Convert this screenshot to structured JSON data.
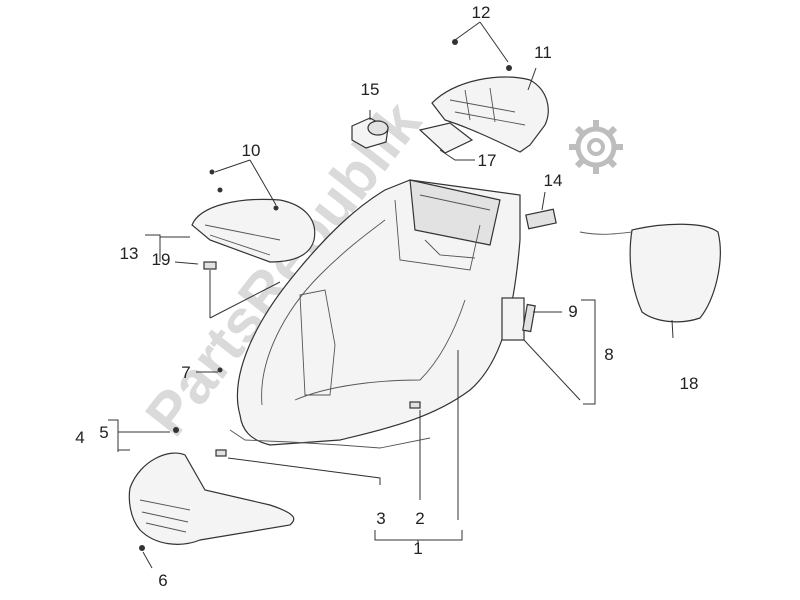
{
  "watermark": "PartsRepublik",
  "labels": {
    "p1": "1",
    "p2": "2",
    "p3": "3",
    "p4": "4",
    "p5": "5",
    "p6": "6",
    "p7": "7",
    "p8": "8",
    "p9": "9",
    "p10": "10",
    "p11": "11",
    "p12": "12",
    "p13": "13",
    "p14": "14",
    "p15": "15",
    "p17": "17",
    "p18": "18",
    "p19": "19"
  },
  "icons": {
    "watermark_logo": "gear-icon"
  }
}
